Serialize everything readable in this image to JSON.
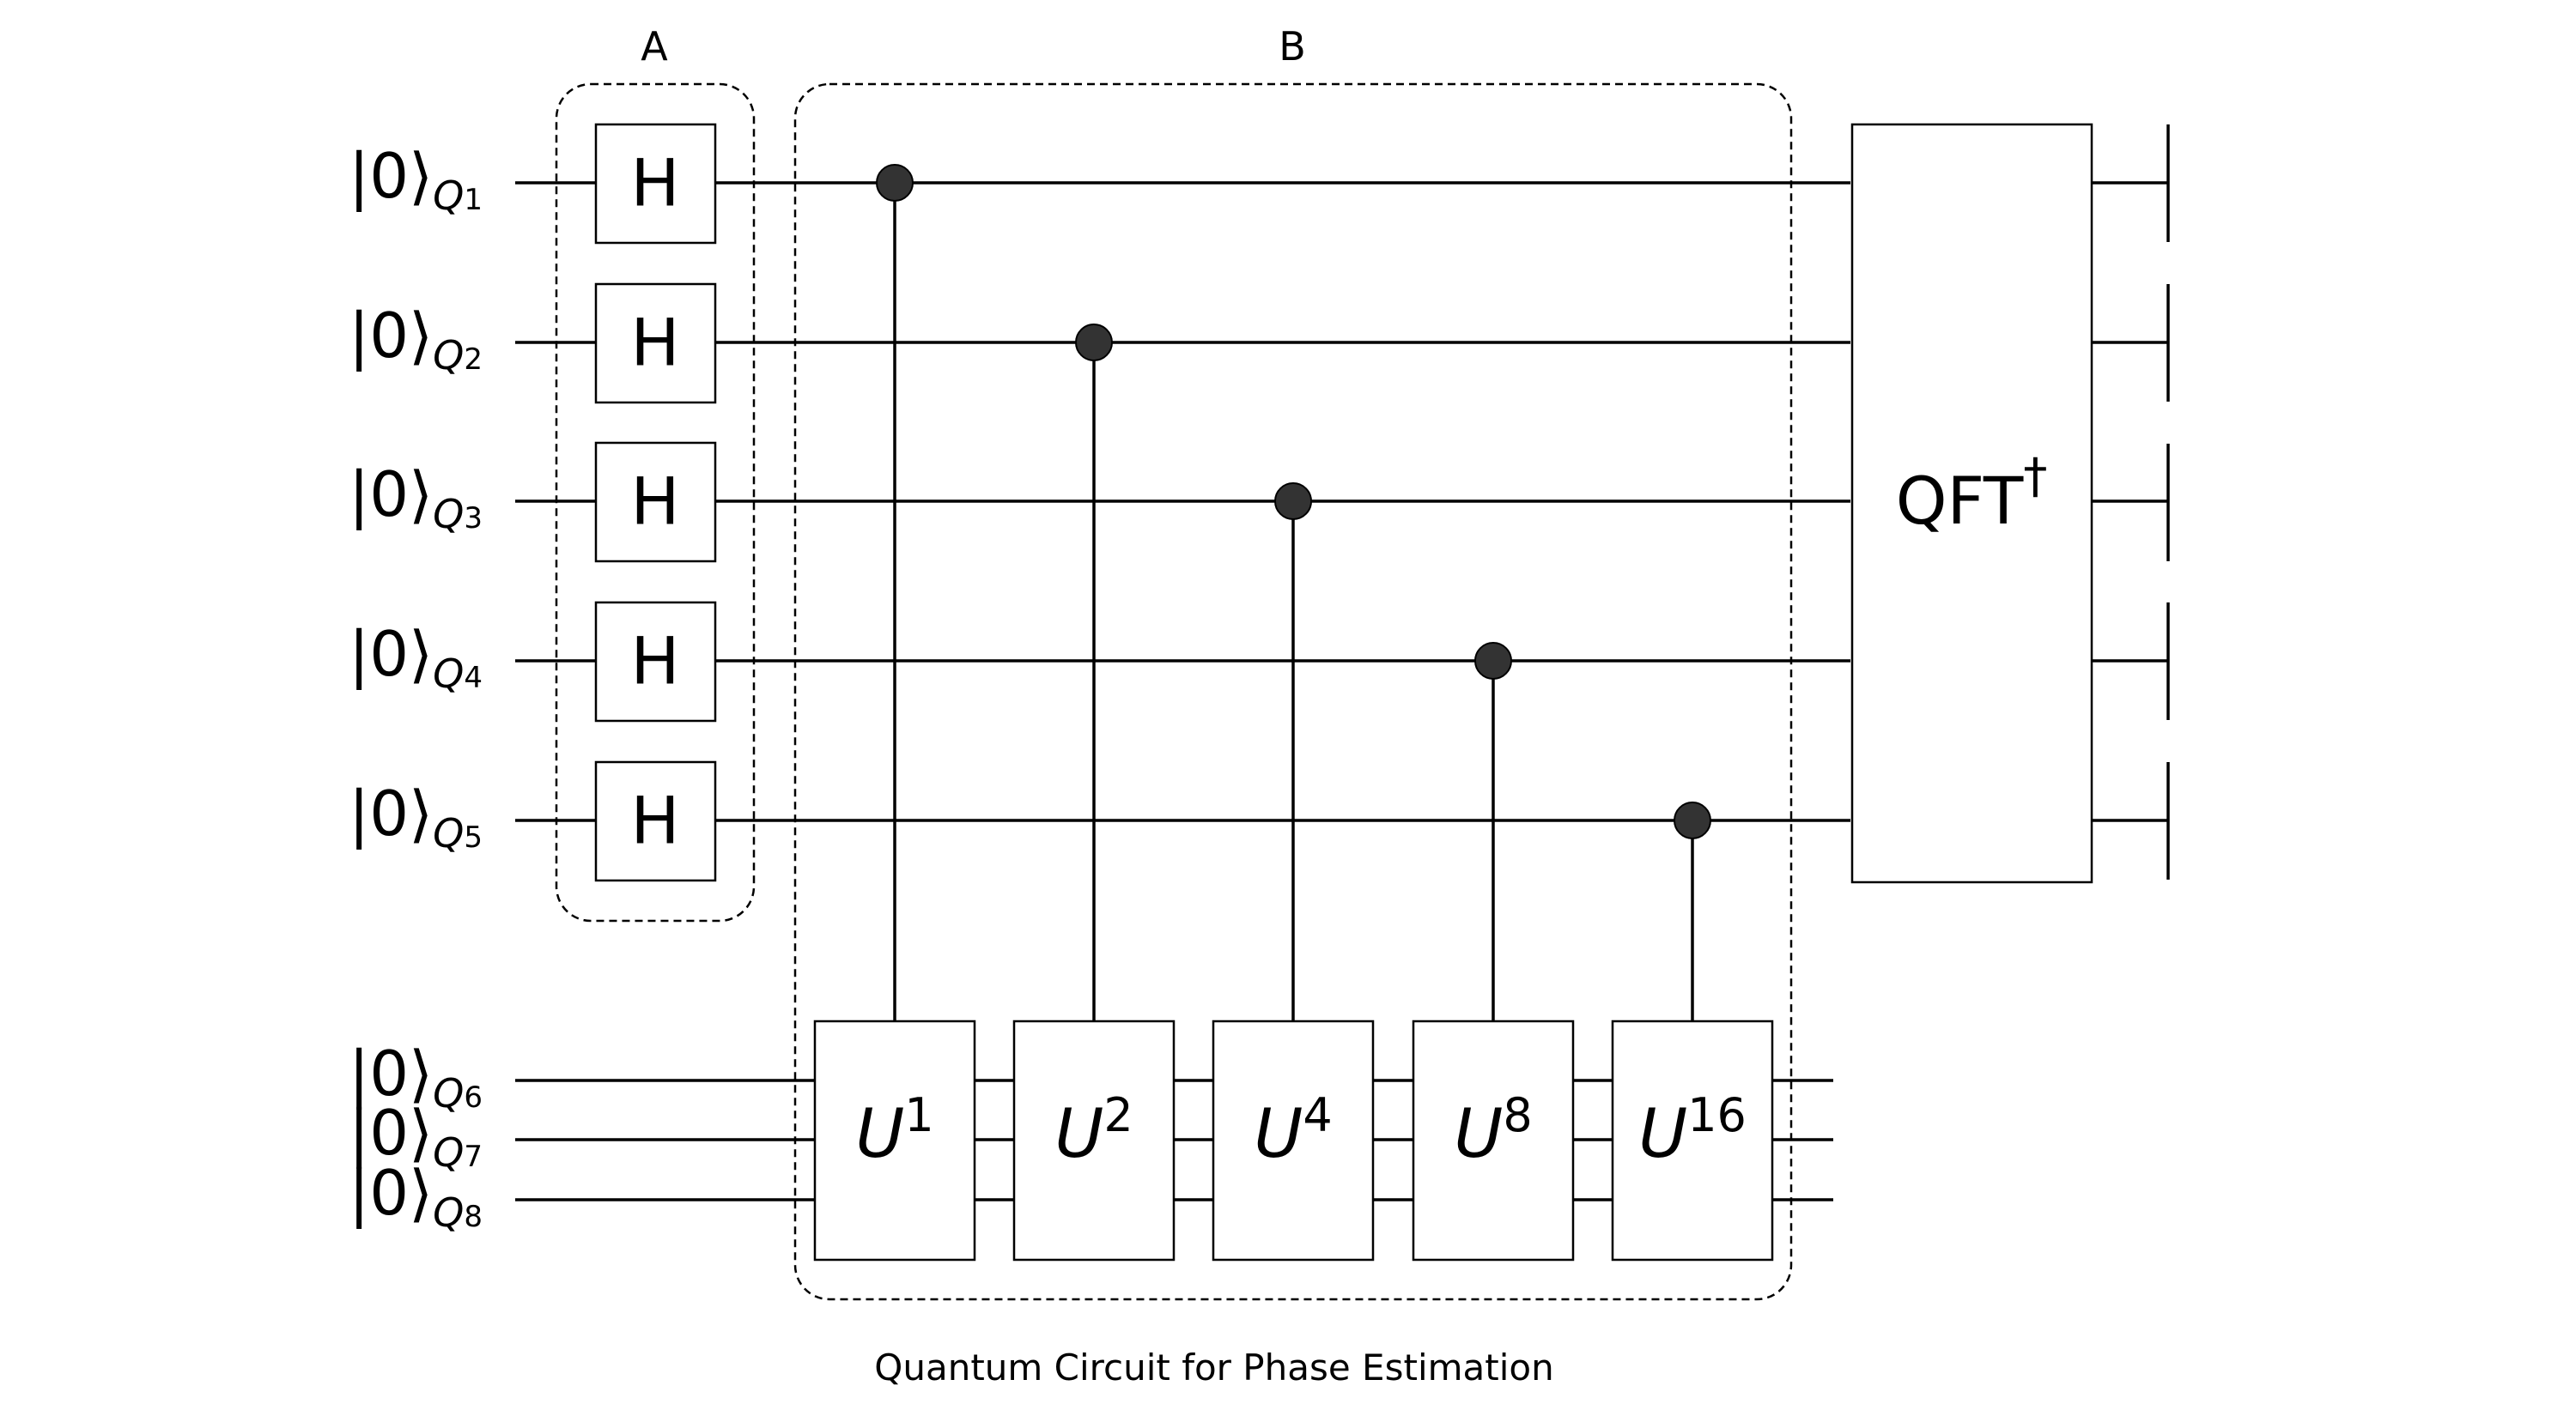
{
  "diagram": {
    "caption": "Quantum Circuit for Phase Estimation",
    "group_labels": {
      "a": "A",
      "b": "B"
    },
    "qubits": [
      {
        "ket": "|0⟩",
        "sub": "Q1",
        "sub_letter": "Q",
        "sub_num": "1"
      },
      {
        "ket": "|0⟩",
        "sub": "Q2",
        "sub_letter": "Q",
        "sub_num": "2"
      },
      {
        "ket": "|0⟩",
        "sub": "Q3",
        "sub_letter": "Q",
        "sub_num": "3"
      },
      {
        "ket": "|0⟩",
        "sub": "Q4",
        "sub_letter": "Q",
        "sub_num": "4"
      },
      {
        "ket": "|0⟩",
        "sub": "Q5",
        "sub_letter": "Q",
        "sub_num": "5"
      },
      {
        "ket": "|0⟩",
        "sub": "Q6",
        "sub_letter": "Q",
        "sub_num": "6"
      },
      {
        "ket": "|0⟩",
        "sub": "Q7",
        "sub_letter": "Q",
        "sub_num": "7"
      },
      {
        "ket": "|0⟩",
        "sub": "Q8",
        "sub_letter": "Q",
        "sub_num": "8"
      }
    ],
    "hadamard_label": "H",
    "unitary_gates": [
      {
        "base": "U",
        "power": "1",
        "control": "Q1"
      },
      {
        "base": "U",
        "power": "2",
        "control": "Q2"
      },
      {
        "base": "U",
        "power": "4",
        "control": "Q3"
      },
      {
        "base": "U",
        "power": "8",
        "control": "Q4"
      },
      {
        "base": "U",
        "power": "16",
        "control": "Q5"
      }
    ],
    "qft": {
      "base": "QFT",
      "sup": "†"
    }
  }
}
